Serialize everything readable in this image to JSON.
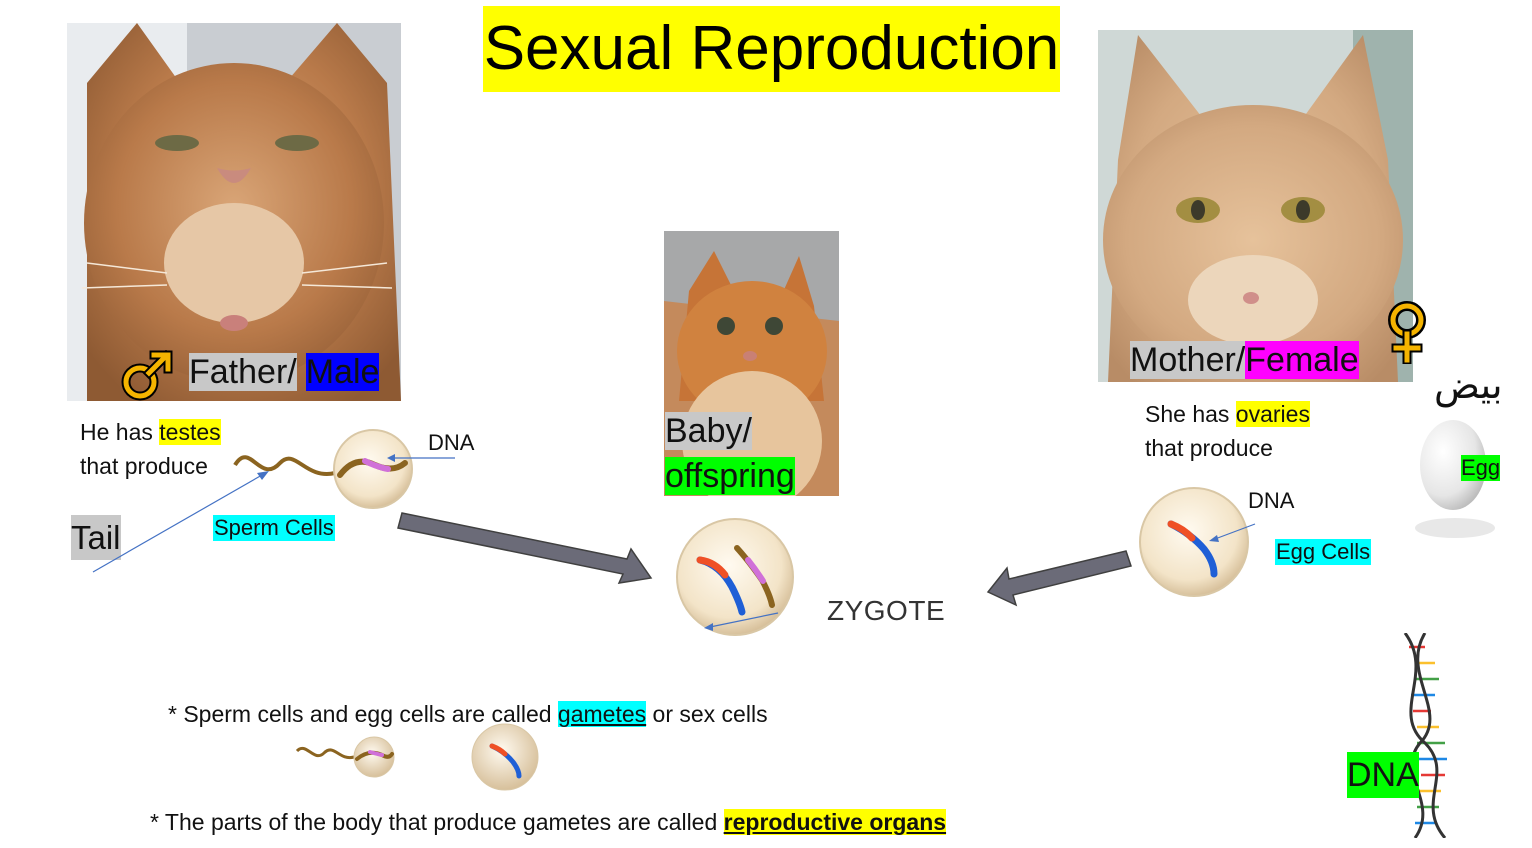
{
  "title": "Sexual Reproduction",
  "father": {
    "role": "Father/",
    "sex": "Male",
    "symbol": "♂",
    "desc_prefix": "He has ",
    "desc_highlight": "testes",
    "desc_suffix": "that produce",
    "dna_label": "DNA",
    "cell_label": "Sperm Cells",
    "tail_label": "Tail"
  },
  "baby": {
    "role": "Baby/",
    "label": "offspring"
  },
  "zygote_label": "ZYGOTE",
  "mother": {
    "role": "Mother/",
    "sex": "Female",
    "symbol": "♀",
    "desc_prefix": "She has ",
    "desc_highlight": "ovaries",
    "desc_suffix": "that produce",
    "dna_label": "DNA",
    "cell_label": "Egg Cells"
  },
  "egg": {
    "arabic": "بيض",
    "label": "Egg"
  },
  "dna_helix_label": "DNA",
  "notes": {
    "gametes_prefix": "* Sperm cells and egg cells are called ",
    "gametes_term": "gametes",
    "gametes_suffix": " or sex cells",
    "organs_prefix": "* The parts of the body that produce gametes are called ",
    "organs_term": "reproductive organs"
  },
  "colors": {
    "highlight_yellow": "#ffff00",
    "male_blue": "#0000ff",
    "female_magenta": "#ff00ff",
    "offspring_green": "#00ff00",
    "cells_cyan": "#00ffff",
    "arrow_gray": "#6b6b78"
  }
}
